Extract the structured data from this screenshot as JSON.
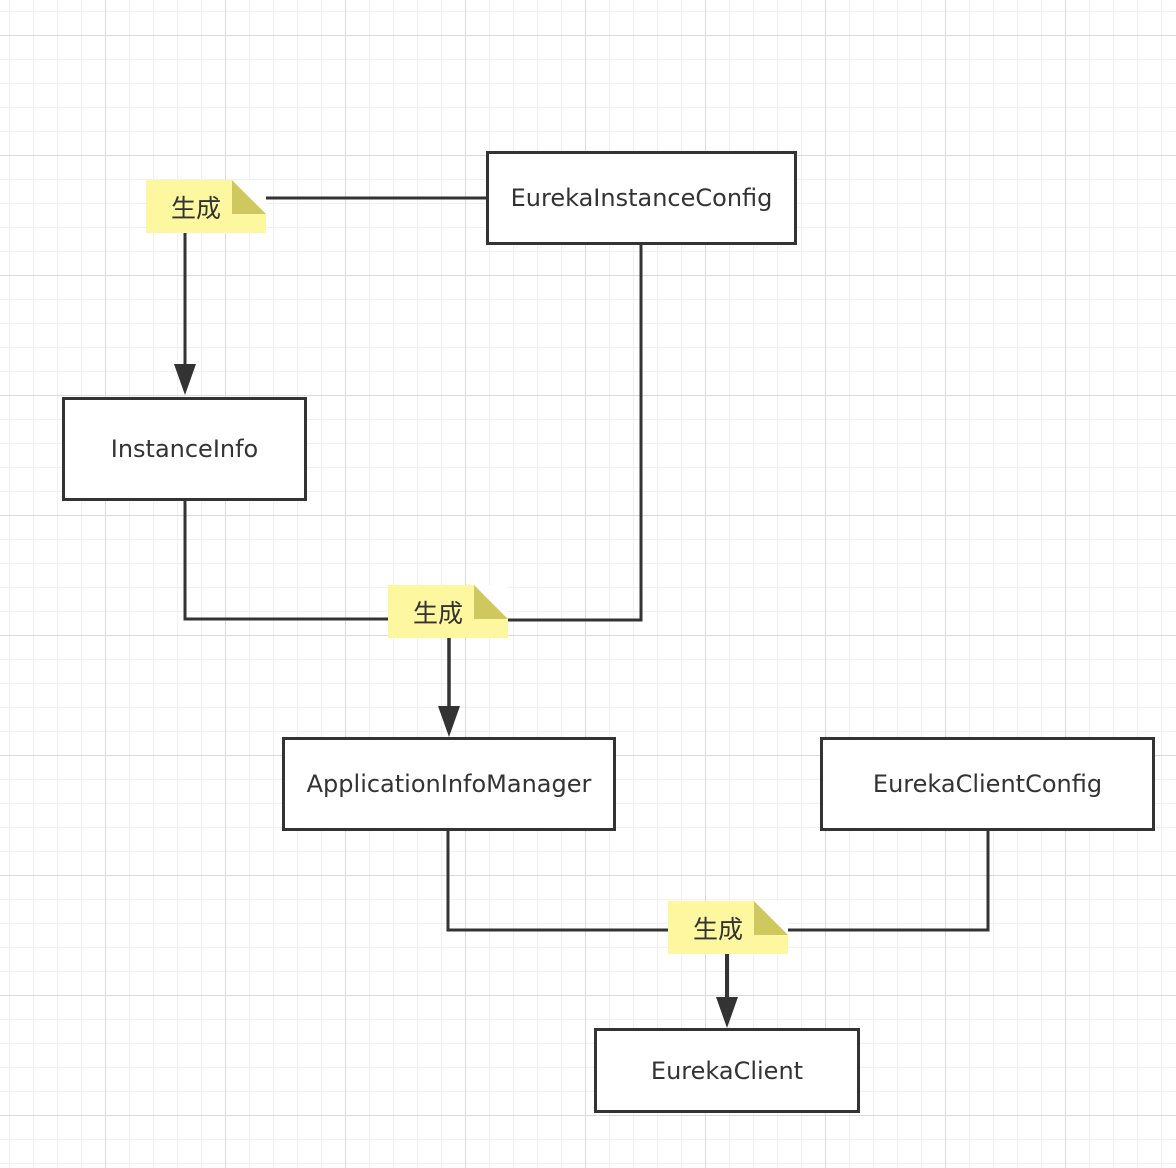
{
  "nodes": {
    "eureka_instance_config": "EurekaInstanceConfig",
    "instance_info": "InstanceInfo",
    "application_info_manager": "ApplicationInfoManager",
    "eureka_client_config": "EurekaClientConfig",
    "eureka_client": "EurekaClient"
  },
  "notes": {
    "generate_1": "生成",
    "generate_2": "生成",
    "generate_3": "生成"
  },
  "colors": {
    "line": "#333333",
    "note_bg": "#fdf79f",
    "box_border": "#333333"
  }
}
